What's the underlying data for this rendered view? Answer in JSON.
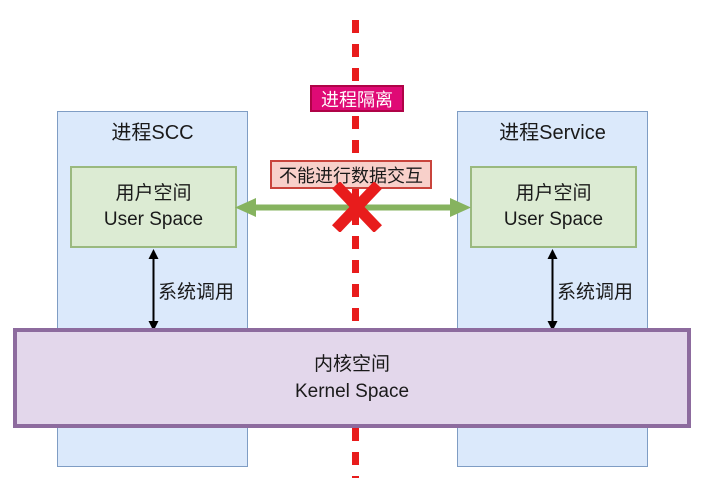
{
  "labels": {
    "isolation": "进程隔离",
    "no_data_exchange": "不能进行数据交互",
    "syscall_left": "系统调用",
    "syscall_right": "系统调用"
  },
  "left_process": {
    "title": "进程SCC",
    "user_space_line1": "用户空间",
    "user_space_line2": "User Space"
  },
  "right_process": {
    "title": "进程Service",
    "user_space_line1": "用户空间",
    "user_space_line2": "User Space"
  },
  "kernel": {
    "line1": "内核空间",
    "line2": "Kernel Space"
  },
  "colors": {
    "process_fill": "#dbe9fb",
    "process_border": "#7f9dc4",
    "user_space_fill": "#dcebd3",
    "user_space_border": "#9ab97f",
    "kernel_fill": "#e3d7eb",
    "kernel_border": "#8d6b9e",
    "isolation_label_fill": "#df0a75",
    "isolation_label_border": "#b00347",
    "no_data_label_fill": "#f8d0ca",
    "no_data_label_border": "#c9443c",
    "dashed_line_red": "#e81c1c",
    "cross_red": "#e81c1c",
    "arrow_green": "#86b35f",
    "syscall_arrow_black": "#000000"
  }
}
